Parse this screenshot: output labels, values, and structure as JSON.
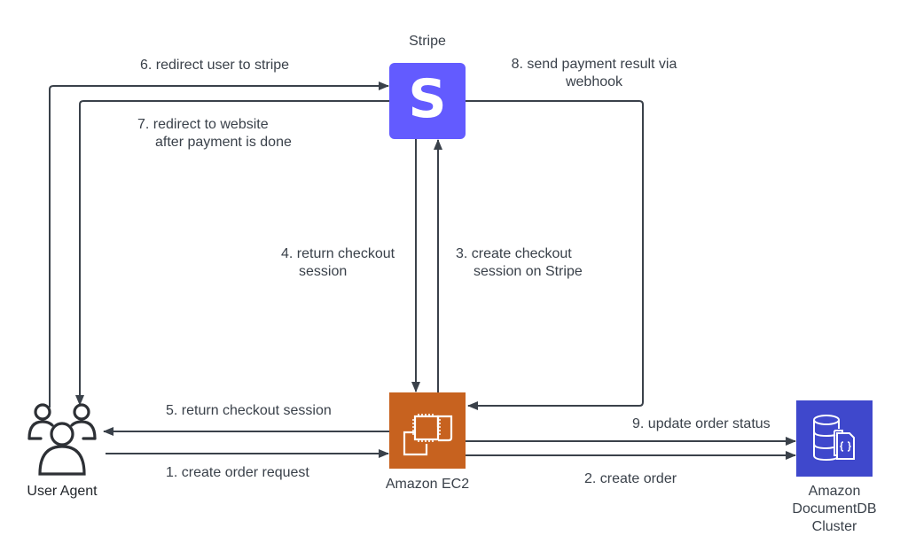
{
  "nodes": {
    "stripe": {
      "label": "Stripe",
      "icon": "stripe-logo-icon",
      "color": "#635bff",
      "glyph": "S"
    },
    "ec2": {
      "label": "Amazon EC2",
      "icon": "ec2-chip-icon",
      "color": "#c7621f"
    },
    "documentdb": {
      "label_lines": [
        "Amazon",
        "DocumentDB",
        "Cluster"
      ],
      "icon": "documentdb-icon",
      "color": "#3f48cc"
    },
    "user_agent": {
      "label": "User Agent",
      "icon": "users-group-icon"
    }
  },
  "edges": {
    "e1": {
      "label": "1. create order request",
      "from": "user_agent",
      "to": "ec2"
    },
    "e2": {
      "label": "2. create order",
      "from": "ec2",
      "to": "documentdb"
    },
    "e3": {
      "label_lines": [
        "3. create checkout",
        "session on Stripe"
      ],
      "from": "ec2",
      "to": "stripe"
    },
    "e4": {
      "label_lines": [
        "4. return checkout",
        "session"
      ],
      "from": "stripe",
      "to": "ec2"
    },
    "e5": {
      "label": "5. return checkout session",
      "from": "ec2",
      "to": "user_agent"
    },
    "e6": {
      "label": "6. redirect user to stripe",
      "from": "user_agent",
      "to": "stripe"
    },
    "e7": {
      "label_lines": [
        "7. redirect to website",
        "after payment is done"
      ],
      "from": "stripe",
      "to": "user_agent"
    },
    "e8": {
      "label_lines": [
        "8. send payment result via",
        "webhook"
      ],
      "from": "stripe",
      "to": "ec2"
    },
    "e9": {
      "label": "9. update order status",
      "from": "ec2",
      "to": "documentdb"
    }
  },
  "colors": {
    "edge": "#3a414a",
    "text": "#3a414a"
  }
}
